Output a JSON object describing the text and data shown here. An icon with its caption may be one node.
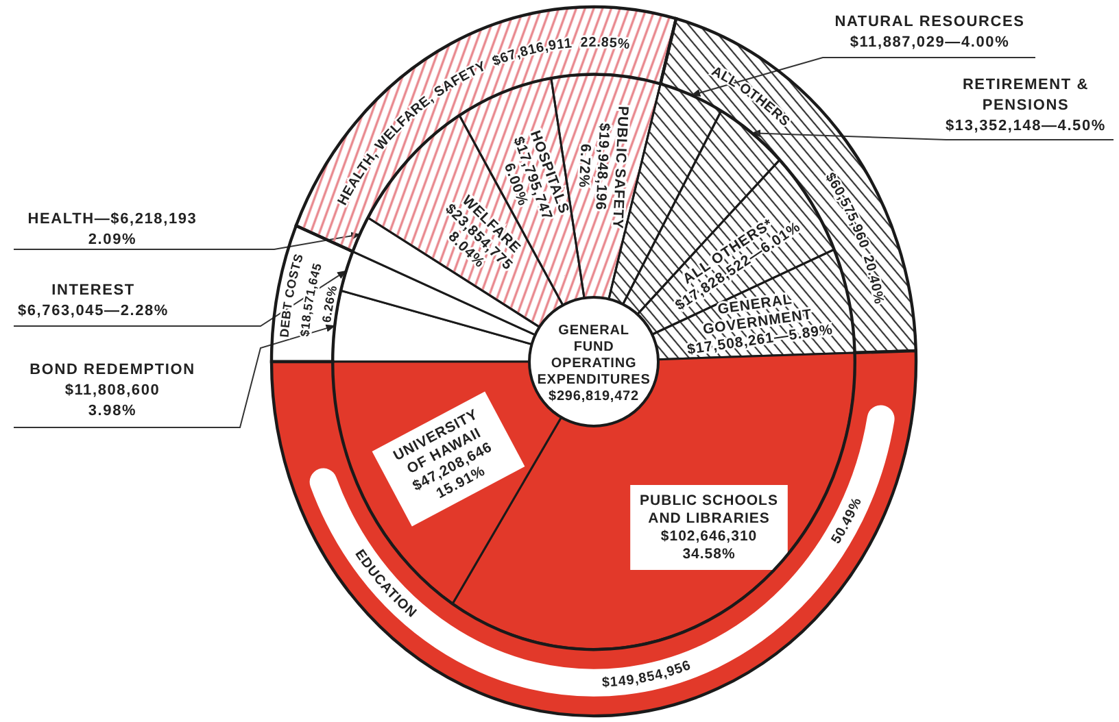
{
  "diagram": {
    "nodes": [
      {
        "text": [
          "GENERAL FUND OPERATING EXPENDITURES",
          "$296,819,472"
        ]
      },
      {
        "text": [
          "DEBT COSTS",
          "$18,571,645",
          "6.26%"
        ]
      },
      {
        "text": [
          "HEALTH, WELFARE, SAFETY",
          "$67,816,911",
          "22.85%"
        ]
      },
      {
        "text": [
          "ALL OTHERS",
          "$60,575,960",
          "20.40%"
        ]
      },
      {
        "text": [
          "EDUCATION",
          "$149,854,956",
          "50.49%"
        ]
      },
      {
        "text": [],
        "shape": "sector"
      },
      {
        "text": [],
        "shape": "sector"
      },
      {
        "text": [],
        "shape": "sector"
      },
      {
        "text": [
          "WELFARE",
          "$23,854,775",
          "8.04%"
        ]
      },
      {
        "text": [
          "HOSPITALS",
          "$17,795,747",
          "6.00%"
        ]
      },
      {
        "text": [
          "PUBLIC SAFETY",
          "$19,948,196",
          "6.72%"
        ]
      },
      {
        "text": [],
        "shape": "sector"
      },
      {
        "text": [],
        "shape": "sector"
      },
      {
        "text": [
          "ALL OTHERS*",
          "$17,828,522—6.01%"
        ]
      },
      {
        "text": [
          "GENERAL GOVERNMENT",
          "$17,508,261—5.89%"
        ]
      },
      {
        "text": [
          "PUBLIC SCHOOLS AND LIBRARIES",
          "$102,646,310",
          "34.58%"
        ]
      },
      {
        "text": [
          "UNIVERSITY OF HAWAII",
          "$47,208,646",
          "15.91%"
        ]
      },
      {
        "text": [
          "HEALTH—$6,218,193",
          "2.09%"
        ]
      },
      {
        "text": [
          "INTEREST",
          "$6,763,045—2.28%"
        ]
      },
      {
        "text": [
          "BOND REDEMPTION",
          "$11,808,600",
          "3.98%"
        ]
      },
      {
        "text": [
          "NATURAL RESOURCES",
          "$11,887,029—4.00%"
        ]
      },
      {
        "text": [
          "RETIREMENT & PENSIONS",
          "$13,352,148—4.50%"
        ]
      }
    ],
    "edges": [
      {
        "from": 17,
        "to": 7,
        "arrow": "to"
      },
      {
        "from": 18,
        "to": 6,
        "arrow": "to"
      },
      {
        "from": 19,
        "to": 5,
        "arrow": "to"
      },
      {
        "from": 20,
        "to": 11,
        "arrow": "to"
      },
      {
        "from": 21,
        "to": 12,
        "arrow": "to"
      }
    ]
  }
}
